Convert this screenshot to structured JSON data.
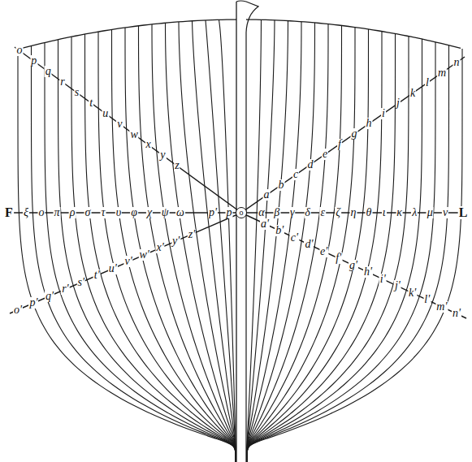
{
  "diagram": {
    "labels": [
      "o",
      "p",
      "q",
      "r",
      "s",
      "t",
      "u",
      "v",
      "w",
      "x",
      "y",
      "z",
      "a",
      "b",
      "c",
      "d",
      "e",
      "f",
      "g",
      "h",
      "i",
      "j",
      "k",
      "l",
      "m",
      "n",
      "F",
      "ξ",
      "ο",
      "π",
      "ρ",
      "σ",
      "τ",
      "υ",
      "φ",
      "χ",
      "ψ",
      "ω",
      "p'",
      "p",
      "o",
      "α",
      "β",
      "γ",
      "δ",
      "ε",
      "ζ",
      "η",
      "θ",
      "ι",
      "κ",
      "λ",
      "μ",
      "ν",
      "L",
      "o'",
      "p'",
      "q'",
      "r'",
      "s'",
      "t'",
      "u'",
      "v'",
      "w'",
      "x'",
      "y'",
      "z'",
      "a'",
      "b'",
      "c'",
      "d'",
      "e'",
      "f'",
      "g'",
      "h'",
      "i'",
      "j'",
      "k'",
      "l'",
      "m'",
      "n'"
    ]
  }
}
